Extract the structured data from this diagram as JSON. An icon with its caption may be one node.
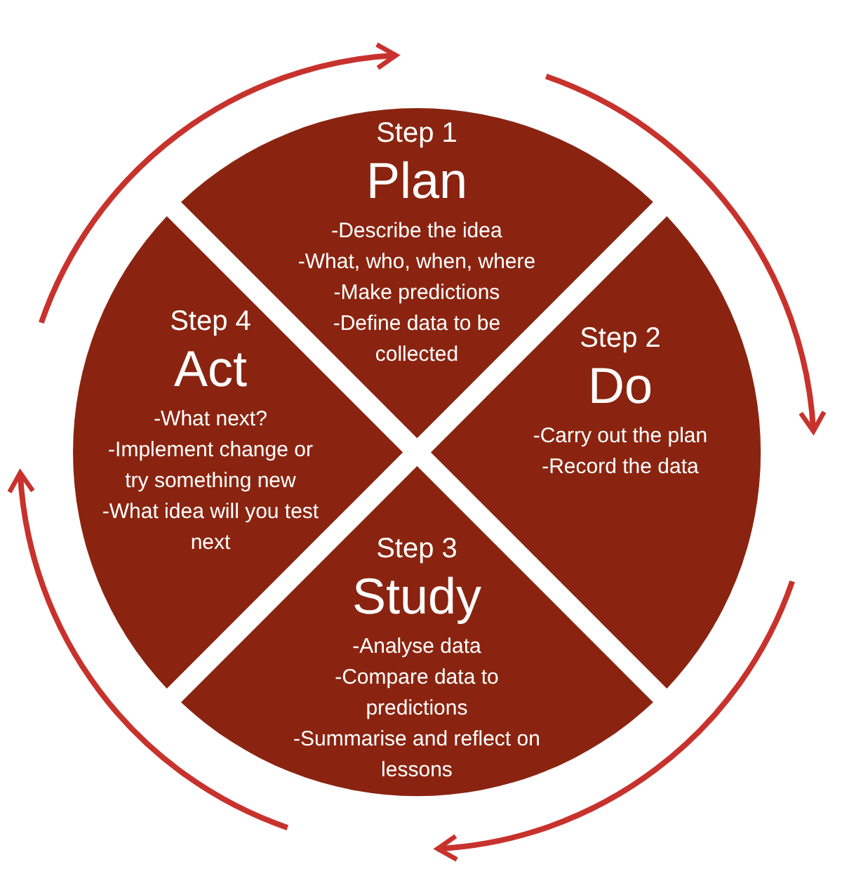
{
  "diagram": {
    "nodes": [
      {
        "text": [
          "Step 1",
          "Plan",
          "-Describe the idea",
          "-What, who, when, where",
          "-Make predictions",
          "-Define data to be collected"
        ]
      },
      {
        "text": [
          "Step 2",
          "Do",
          "-Carry out the plan",
          "-Record the data"
        ]
      },
      {
        "text": [
          "Step 3",
          "Study",
          "-Analyse data",
          "-Compare data to predictions",
          "-Summarise and reflect on lessons"
        ]
      },
      {
        "text": [
          "Step 4",
          "Act",
          "-What next?",
          "-Implement change or try something new",
          "-What idea will you test next"
        ]
      }
    ],
    "edges": [
      {
        "from": 3,
        "to": 0,
        "arrow": "to"
      },
      {
        "from": 0,
        "to": 1,
        "arrow": "to"
      },
      {
        "from": 1,
        "to": 2,
        "arrow": "to"
      },
      {
        "from": 2,
        "to": 3,
        "arrow": "to"
      }
    ]
  }
}
